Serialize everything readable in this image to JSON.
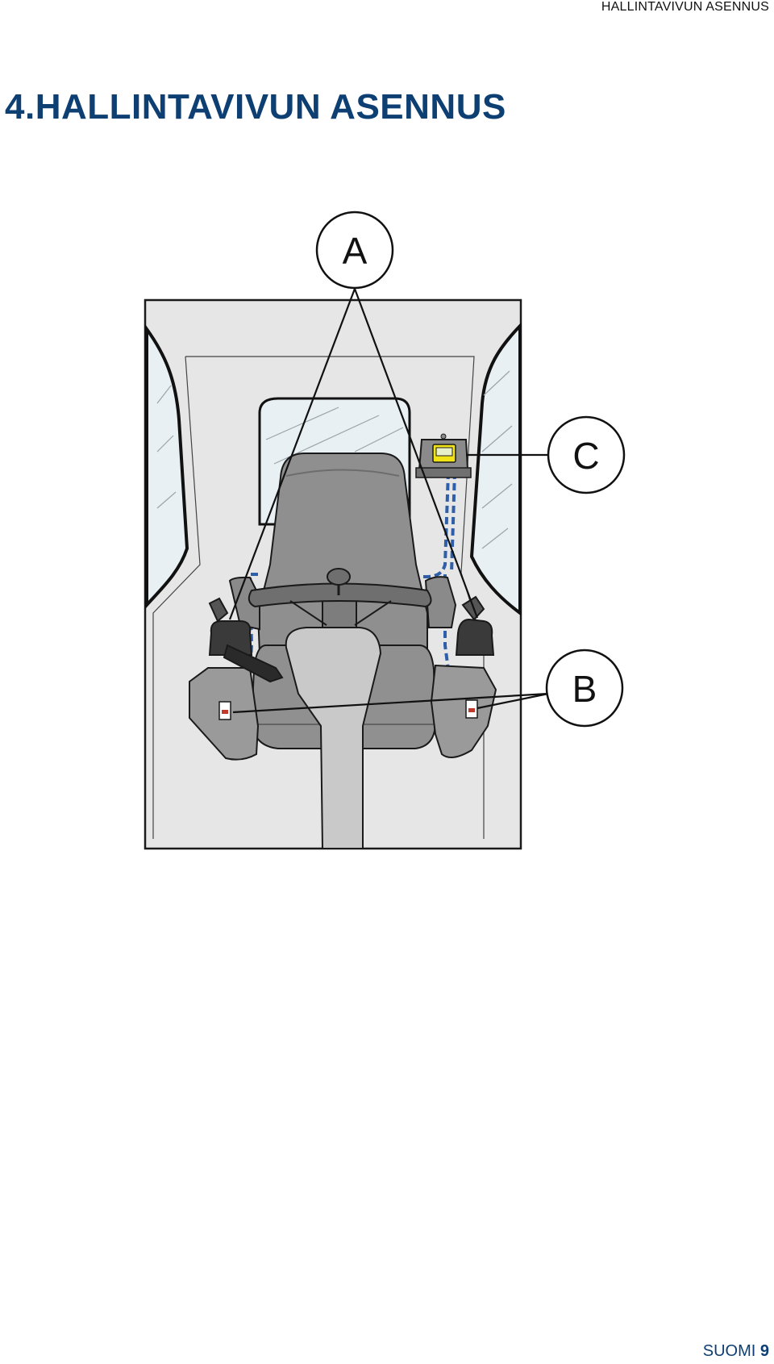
{
  "header": {
    "running_title": "HALLINTAVIVUN ASENNUS"
  },
  "title": "4.HALLINTAVIVUN ASENNUS",
  "figure": {
    "callouts": [
      "A",
      "B",
      "C"
    ],
    "colors": {
      "cable": "#2f5fa8",
      "seat": "#8f8f8f",
      "floor": "#e6e6e6",
      "glass": "#e8f0f4",
      "display": "#f2e316"
    }
  },
  "footer": {
    "language": "SUOMI",
    "page_number": "9"
  }
}
